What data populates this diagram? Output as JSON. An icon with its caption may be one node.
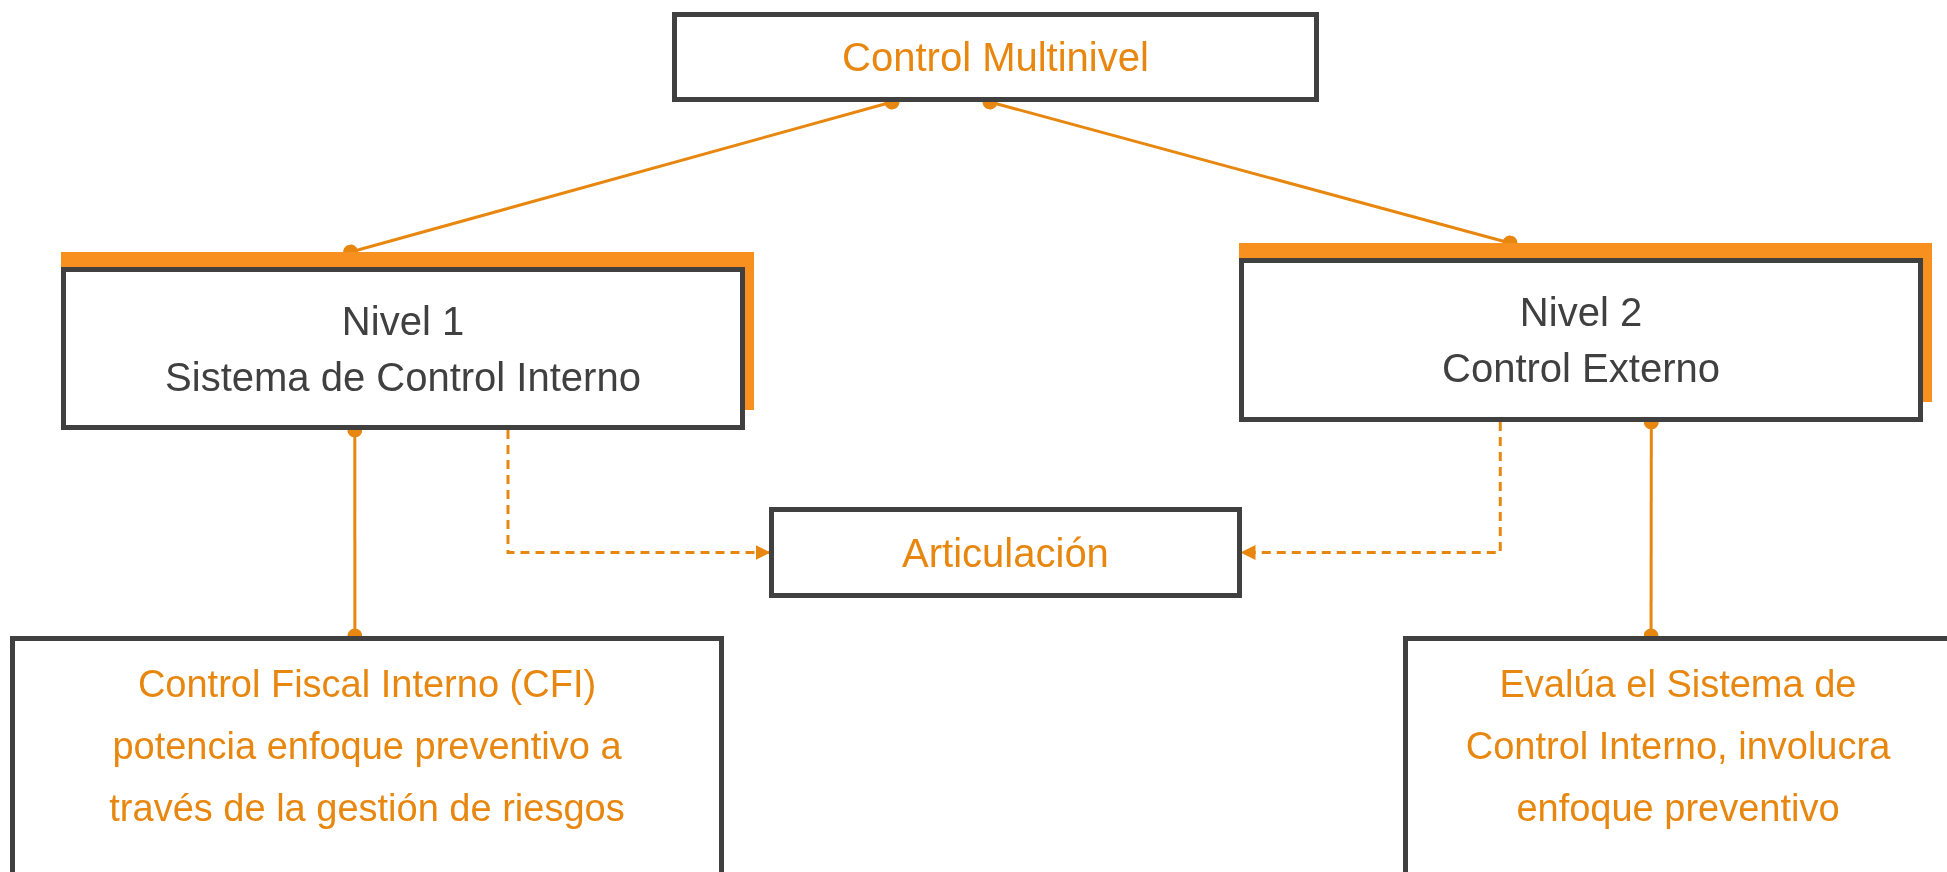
{
  "diagram": {
    "nodes": [
      {
        "text": [
          "Control Multinivel"
        ]
      },
      {
        "text": [
          "Nivel 1",
          "Sistema de Control Interno"
        ]
      },
      {
        "text": [
          "Nivel 2",
          "Control Externo"
        ]
      },
      {
        "text": [
          "Articulación"
        ]
      },
      {
        "text": [
          "Control Fiscal Interno (CFI) potencia enfoque preventivo a través de la gestión de riesgos"
        ]
      },
      {
        "text": [
          "Evalúa el Sistema de Control Interno, involucra enfoque preventivo"
        ]
      }
    ],
    "edges": [
      {
        "from": 0,
        "to": 1,
        "arrow": "other"
      },
      {
        "from": 0,
        "to": 2,
        "arrow": "other"
      },
      {
        "from": 1,
        "to": 4,
        "arrow": "other"
      },
      {
        "from": 1,
        "to": 3,
        "arrow": "to",
        "style": "dashed"
      },
      {
        "from": 2,
        "to": 3,
        "arrow": "to",
        "style": "dashed"
      },
      {
        "from": 2,
        "to": 5,
        "arrow": "other"
      }
    ]
  }
}
